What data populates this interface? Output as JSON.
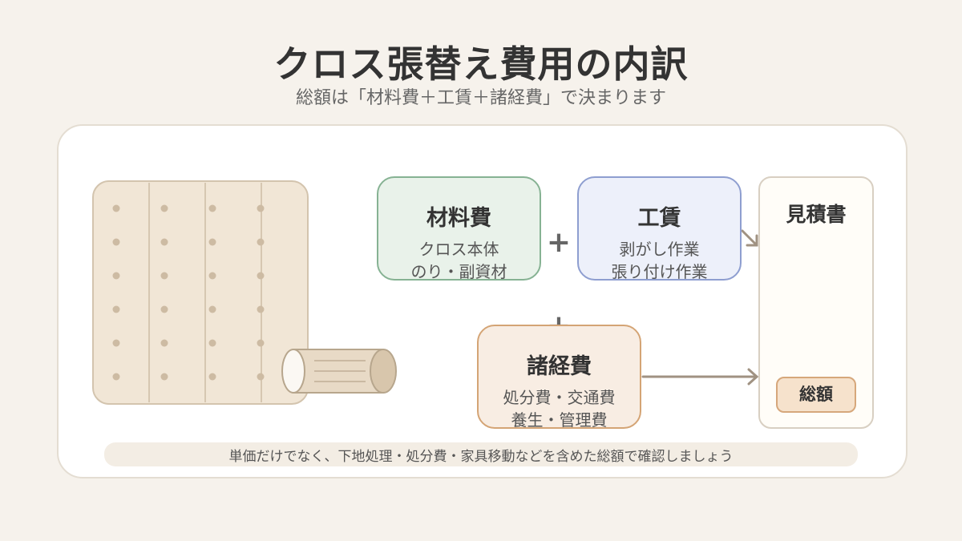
{
  "header": {
    "title": "クロス張替え費用の内訳",
    "subtitle": "総額は「材料費＋工賃＋諸経費」で決まります"
  },
  "boxes": {
    "material": {
      "title": "材料費",
      "lines": [
        "クロス本体",
        "のり・副資材"
      ]
    },
    "labor": {
      "title": "工賃",
      "lines": [
        "剥がし作業",
        "張り付け作業"
      ]
    },
    "misc": {
      "title": "諸経費",
      "lines": [
        "処分費・交通費",
        "養生・管理費"
      ]
    }
  },
  "operators": {
    "plus": "+"
  },
  "estimate": {
    "title": "見積書",
    "total_label": "総額"
  },
  "footer": {
    "note": "単価だけでなく、下地処理・処分費・家具移動などを含めた総額で確認しましょう"
  },
  "colors": {
    "material_border": "#86b293",
    "labor_border": "#8e9ed0",
    "misc_border": "#d4a475",
    "wallpaper": "#f1e6d6",
    "arrow": "#a09282"
  },
  "icons": [
    "wallpaper-sheet-icon",
    "wallpaper-roll-icon",
    "arrow-right-icon"
  ]
}
